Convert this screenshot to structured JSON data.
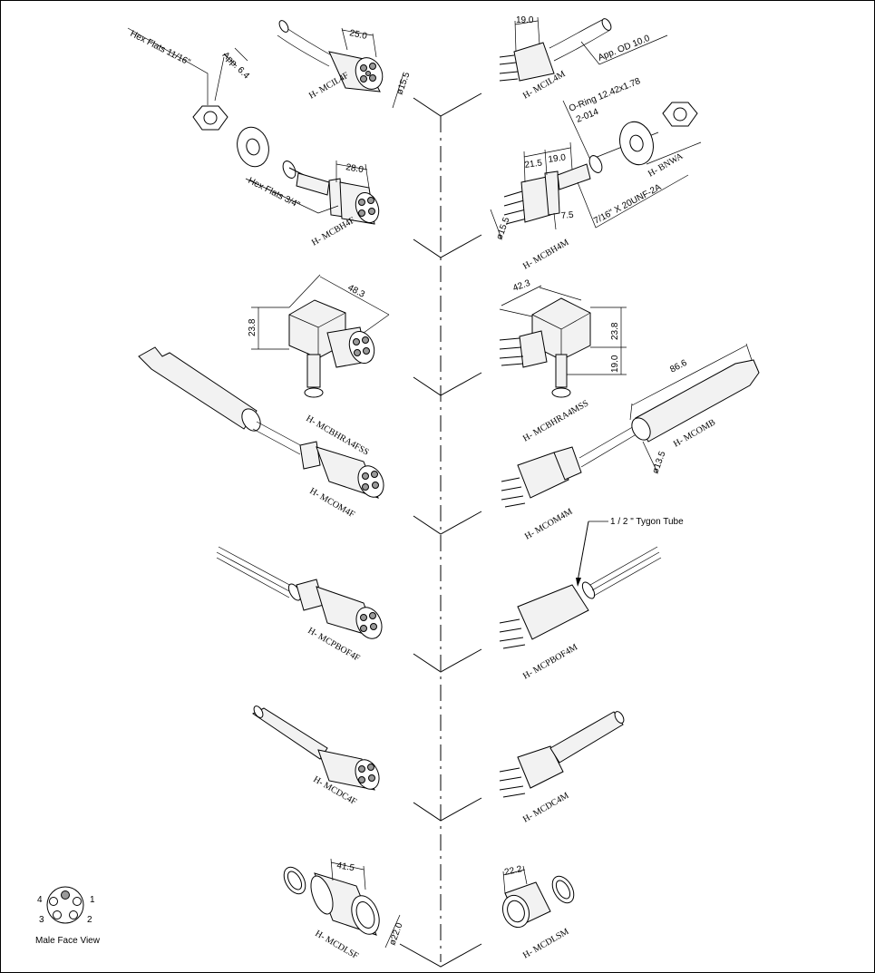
{
  "parts": {
    "mcil4f": "H- MCIL4F",
    "mcil4m": "H- MCIL4M",
    "mcbh4f": "H- MCBH4F",
    "mcbh4m": "H- MCBH4M",
    "bnwa": "H- BNWA",
    "mcbhra4fss": "H- MCBHRA4FSS",
    "mcbhra4mss": "H- MCBHRA4MSS",
    "mcom4f": "H- MCOM4F",
    "mcom4m": "H- MCOM4M",
    "mcomb": "H- MCOMB",
    "mcpbof4f": "H- MCPBOF4F",
    "mcpbof4m": "H- MCPBOF4M",
    "mcdc4f": "H- MCDC4F",
    "mcdc4m": "H- MCDC4M",
    "mcdlsf": "H- MCDLSF",
    "mcdlsm": "H- MCDLSM"
  },
  "dimensions": {
    "mcil4f_len": "25.0",
    "mcil4f_dia": "ø15.5",
    "mcil4m_len": "19.0",
    "mcil4m_od": "App. OD  10.0",
    "hex_flats_nut": "Hex Flats 11/16\"",
    "nut_thk": "App. 6.4",
    "mcbh4f_len": "28.0",
    "hex_flats_body": "Hex Flats 3/4\"",
    "mcbh4m_len_a": "21.5",
    "mcbh4m_len_b": "19.0",
    "mcbh4m_dia": "ø15.5",
    "mcbh4m_thread_len": "7.5",
    "oring": "O-Ring 12.42x1.78",
    "oring_code": "2-014",
    "thread": "7/16\" X 20UNF-2A",
    "ra_f_len": "48.3",
    "ra_f_h": "23.8",
    "ra_m_len": "42.3",
    "ra_m_h": "23.8",
    "ra_m_h2": "19.0",
    "mcomb_len": "86.6",
    "mcomb_dia": "ø13.5",
    "tygon": "1 / 2 \" Tygon Tube",
    "mcdlsf_len": "41.5",
    "mcdlsf_dia": "ø22.0",
    "mcdlsm_len": "22.2"
  },
  "face_view": {
    "label": "Male Face View",
    "pins": [
      "1",
      "2",
      "3",
      "4"
    ]
  }
}
